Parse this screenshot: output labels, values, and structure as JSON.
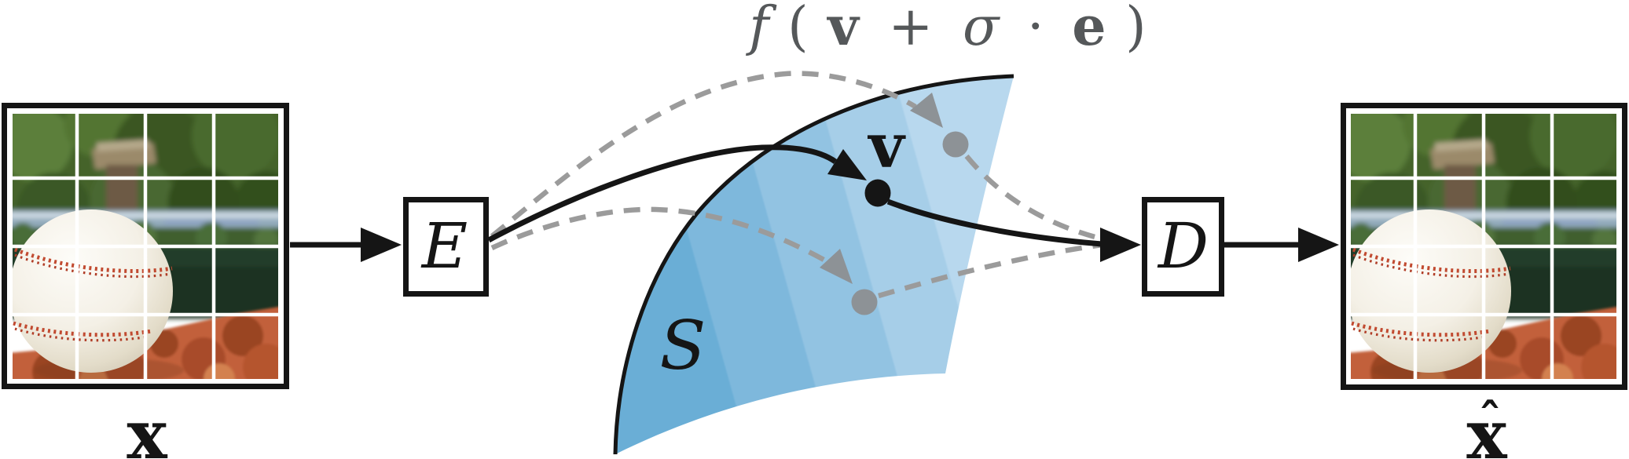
{
  "diagram": {
    "input_label": "x",
    "output_label_base": "x",
    "output_label_hat": "ˆ",
    "encoder_label": "E",
    "decoder_label": "D",
    "surface_label": "S",
    "latent_point_label": "v",
    "formula": {
      "f": "f",
      "open": "(",
      "v": "v",
      "plus": "+",
      "sigma": "σ",
      "cdot": "·",
      "e": "e",
      "close": ")"
    },
    "colors": {
      "line_black": "#151515",
      "dash_gray": "#9b9b9b",
      "gray_point": "#8d9296",
      "formula_gray": "#55585a",
      "surface_band_1": "#6aaed6",
      "surface_band_2": "#7eb8dc",
      "surface_band_3": "#92c3e2",
      "surface_band_4": "#a6cee8",
      "surface_band_5": "#b8d8ee"
    }
  }
}
